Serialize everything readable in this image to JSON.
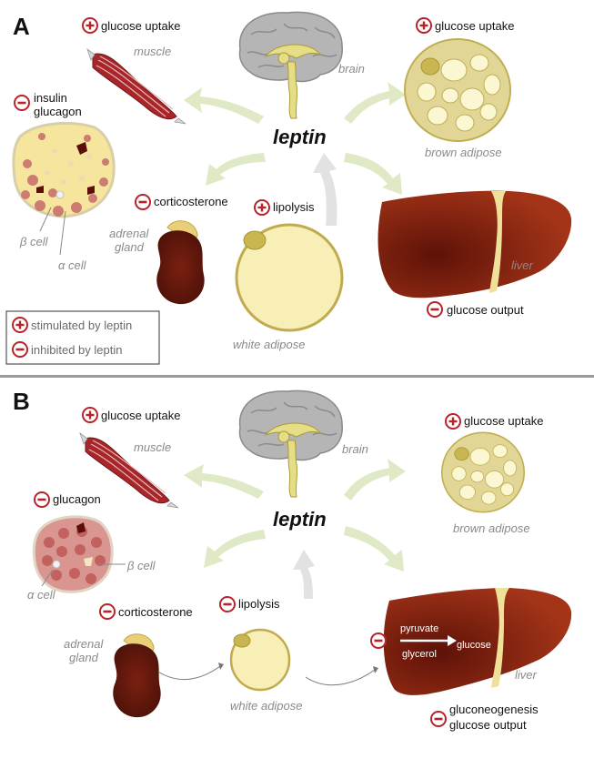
{
  "panel_a": {
    "letter": "A",
    "leptin": "leptin",
    "muscle": {
      "effect": "glucose uptake",
      "organ": "muscle"
    },
    "brain": {
      "organ": "brain"
    },
    "brown_adipose": {
      "effect": "glucose uptake",
      "organ": "brown adipose"
    },
    "pancreas": {
      "effect_line1": "insulin",
      "effect_line2": "glucagon",
      "beta_cell": "β cell",
      "alpha_cell": "α cell"
    },
    "adrenal": {
      "effect": "corticosterone",
      "organ_line1": "adrenal",
      "organ_line2": "gland"
    },
    "white_adipose": {
      "effect": "lipolysis",
      "organ": "white adipose"
    },
    "liver": {
      "organ": "liver",
      "effect": "glucose output"
    },
    "legend": {
      "stimulated": "stimulated by leptin",
      "inhibited": "inhibited by leptin"
    }
  },
  "panel_b": {
    "letter": "B",
    "leptin": "leptin",
    "muscle": {
      "effect": "glucose uptake",
      "organ": "muscle"
    },
    "brain": {
      "organ": "brain"
    },
    "brown_adipose": {
      "effect": "glucose uptake",
      "organ": "brown adipose"
    },
    "pancreas": {
      "effect": "glucagon",
      "beta_cell": "β cell",
      "alpha_cell": "α cell"
    },
    "adrenal": {
      "effect": "corticosterone",
      "organ_line1": "adrenal",
      "organ_line2": "gland"
    },
    "white_adipose": {
      "effect": "lipolysis",
      "organ": "white adipose"
    },
    "liver": {
      "organ": "liver",
      "pyruvate": "pyruvate",
      "glycerol": "glycerol",
      "glucose": "glucose",
      "effect_line1": "gluconeogenesis",
      "effect_line2": "glucose output"
    }
  },
  "colors": {
    "symbol": "#b8232a",
    "liver": "#8e2414",
    "muscle": "#a8252a",
    "fat": "#f7efb5",
    "arrow": "#dfe9c6"
  }
}
